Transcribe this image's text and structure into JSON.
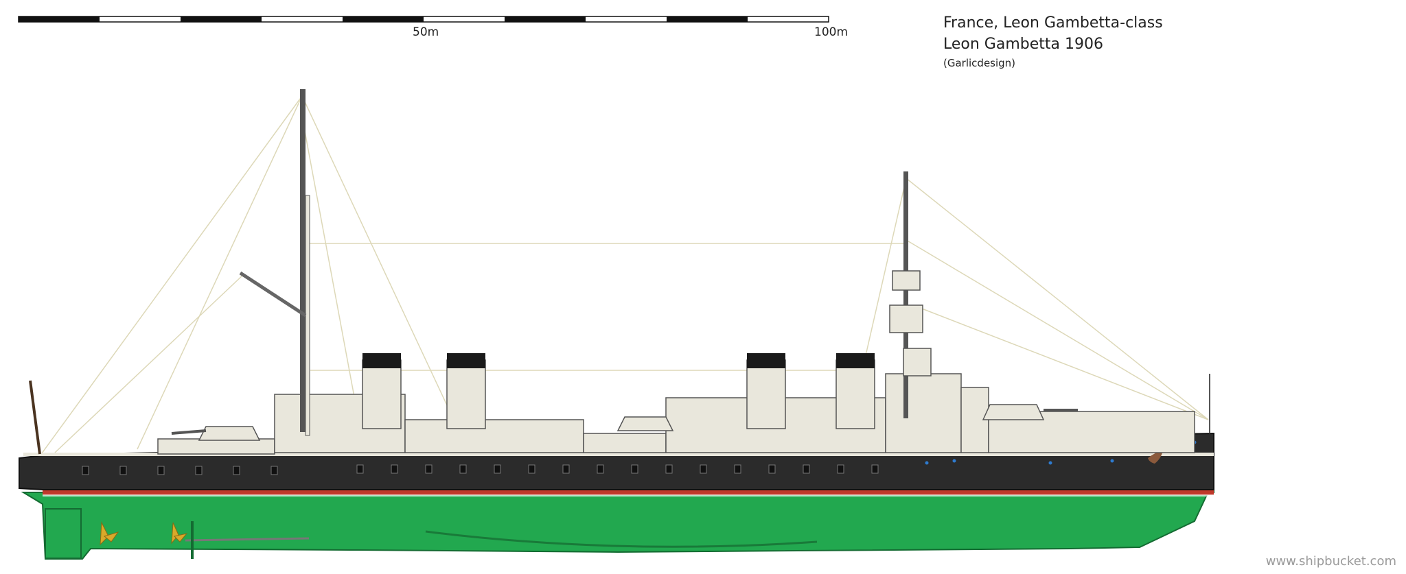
{
  "scale_bar": {
    "mid_label": "50m",
    "end_label": "100m"
  },
  "title": {
    "line1": "France, Leon Gambetta-class",
    "line2": "Leon Gambetta 1906",
    "credit": "(Garlicdesign)"
  },
  "watermark": "www.shipbucket.com",
  "colors": {
    "hull_upper": "#2b2b2b",
    "hull_lower": "#22a84f",
    "boot_topping": "#c0392b",
    "superstructure": "#e9e7dc",
    "funnel_cap": "#1a1a1a",
    "rigging": "#ddd8b8",
    "propeller": "#d9a92a"
  }
}
